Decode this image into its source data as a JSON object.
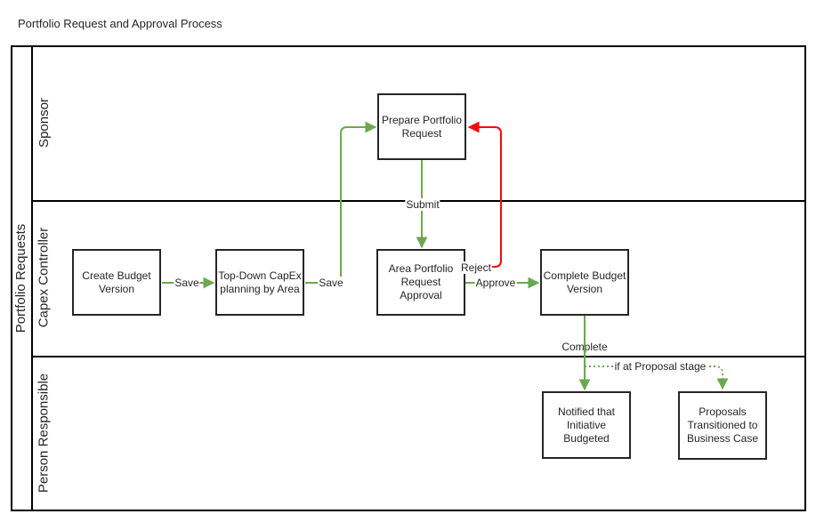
{
  "title": "Portfolio Request and Approval Process",
  "pool": {
    "label": "Portfolio Requests",
    "lanes": [
      {
        "label": "Sponsor"
      },
      {
        "label": "Capex Controller"
      },
      {
        "label": "Person Responsible"
      }
    ]
  },
  "tasks": {
    "create_budget": {
      "label": "Create Budget\nVersion"
    },
    "top_down": {
      "label": "Top-Down CapEx\nplanning by Area"
    },
    "prepare_request": {
      "label": "Prepare Portfolio\nRequest"
    },
    "approval": {
      "label": "Area Portfolio\nRequest\nApproval"
    },
    "complete_budget": {
      "label": "Complete Budget\nVersion"
    },
    "notified": {
      "label": "Notified that\nInitiative\nBudgeted"
    },
    "proposals": {
      "label": "Proposals\nTransitioned to\nBusiness Case"
    }
  },
  "edge_labels": {
    "save1": "Save",
    "save2": "Save",
    "submit": "Submit",
    "approve": "Approve",
    "reject": "Reject",
    "complete": "Complete",
    "proposal_condition": "if at Proposal stage"
  },
  "colors": {
    "flow_green": "#6BA84F",
    "flow_red": "#FF0505",
    "frame": "#000000",
    "text": "#262626"
  }
}
